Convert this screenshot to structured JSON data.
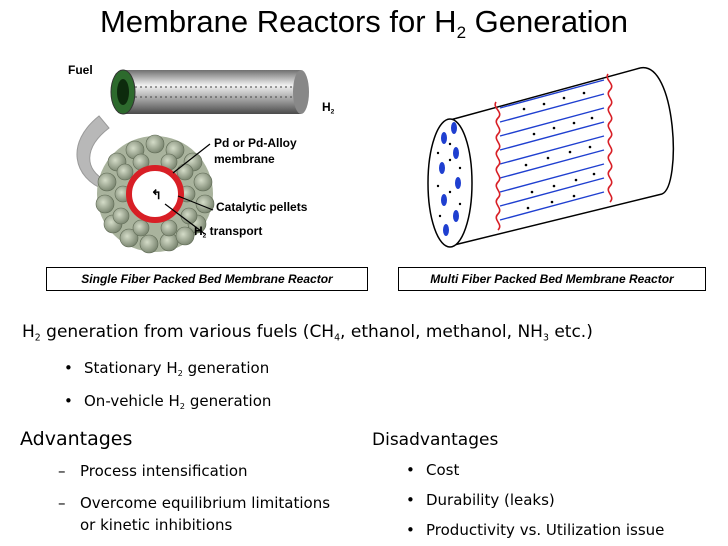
{
  "title": {
    "main": "Membrane Reactors for H",
    "sub": "2",
    "tail": " Generation"
  },
  "left_figure": {
    "fuel_label": "Fuel",
    "h2_label_main": "H",
    "h2_label_sub": "2",
    "membrane_label_line1": "Pd or Pd-Alloy",
    "membrane_label_line2": "membrane",
    "pellets_label": "Catalytic pellets",
    "transport_main": "H",
    "transport_sub": "2",
    "transport_tail": " transport",
    "caption": "Single Fiber Packed Bed Membrane Reactor"
  },
  "right_figure": {
    "caption": "Multi Fiber Packed Bed Membrane Reactor"
  },
  "h2_generation": {
    "p1": "H",
    "s1": "2",
    "p2": " generation from various fuels (CH",
    "s2": "4",
    "p3": ", ethanol, methanol, NH",
    "s3": "3",
    "p4": " etc.)"
  },
  "bullets": [
    {
      "pre": "Stationary H",
      "sub": "2",
      "post": " generation"
    },
    {
      "pre": "On-vehicle H",
      "sub": "2",
      "post": " generation"
    }
  ],
  "advantages": {
    "heading": "Advantages",
    "items": [
      "Process intensification",
      "Overcome equilibrium limitations",
      "or kinetic inhibitions"
    ]
  },
  "disadvantages": {
    "heading": "Disadvantages",
    "items": [
      "Cost",
      "Durability (leaks)",
      "Productivity vs. Utilization issue"
    ]
  },
  "symbols": {
    "bullet": "•",
    "dash": "–"
  },
  "colors": {
    "membrane_red": "#d81f26",
    "fiber_blue": "#1f3fd0",
    "pellet_gray": "#9aa58f"
  }
}
